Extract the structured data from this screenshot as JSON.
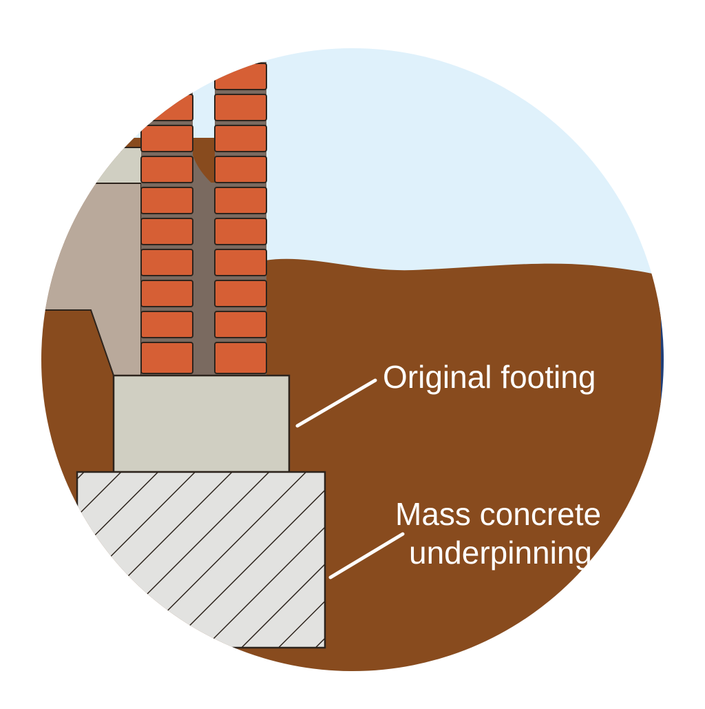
{
  "labels": {
    "original_footing": "Original footing",
    "underpinning_line1": "Mass concrete",
    "underpinning_line2": "underpinning"
  },
  "colors": {
    "sky": "#dff1fb",
    "soil": "#884b1e",
    "brick": "#d65f35",
    "mortar": "#7a6a60",
    "backfill": "#b9a99b",
    "footing": "#d0cfc2",
    "underpinning": "#e2e2e0",
    "outline": "#2d241d",
    "label_text": "#ffffff",
    "edge_accent": "#1f3f7a"
  }
}
